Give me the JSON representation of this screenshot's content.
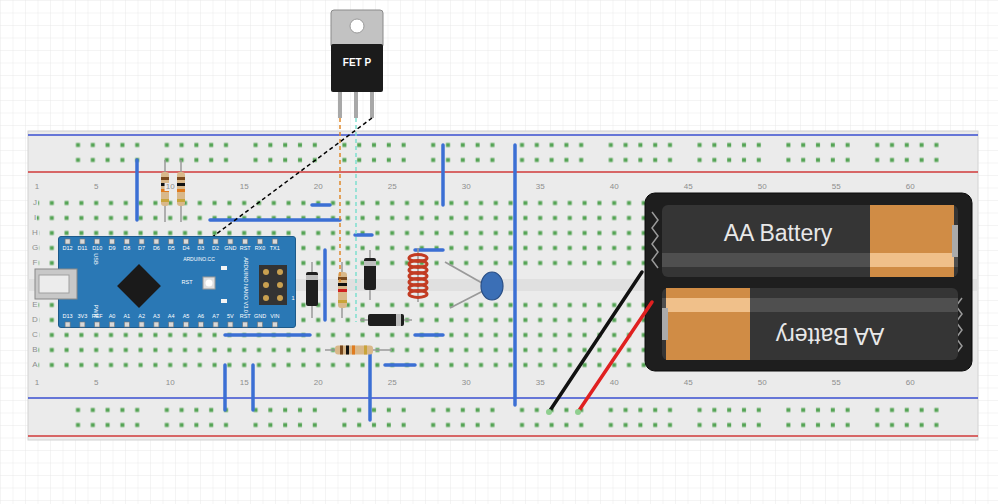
{
  "diagram": {
    "nodes": [
      {
        "text": [
          "FET P"
        ]
      },
      {
        "text": [
          "D12",
          "D11",
          "D10",
          "D9",
          "D8",
          "D7",
          "D6",
          "D5",
          "D4",
          "D3",
          "D2",
          "GND",
          "RST",
          "RX0",
          "TX1",
          "D13",
          "3V3",
          "REF",
          "A0",
          "A1",
          "A2",
          "A3",
          "A4",
          "A5",
          "A6",
          "A7",
          "5V",
          "RST",
          "GND",
          "VIN",
          "ARDUINO.CC",
          "RST",
          "ARDUINO NANO V3.0",
          "USB",
          "PWR",
          "1"
        ]
      },
      {
        "text": [
          "AA Battery"
        ]
      },
      {
        "text": [
          "AA Battery"
        ]
      }
    ],
    "labels": [
      "1",
      "5",
      "10",
      "15",
      "20",
      "25",
      "30",
      "35",
      "40",
      "45",
      "50",
      "55",
      "60",
      "1",
      "5",
      "10",
      "15",
      "20",
      "25",
      "30",
      "35",
      "40",
      "45",
      "50",
      "55",
      "60",
      "J",
      "I",
      "H",
      "G",
      "F",
      "E",
      "D",
      "C",
      "B",
      "A"
    ]
  }
}
